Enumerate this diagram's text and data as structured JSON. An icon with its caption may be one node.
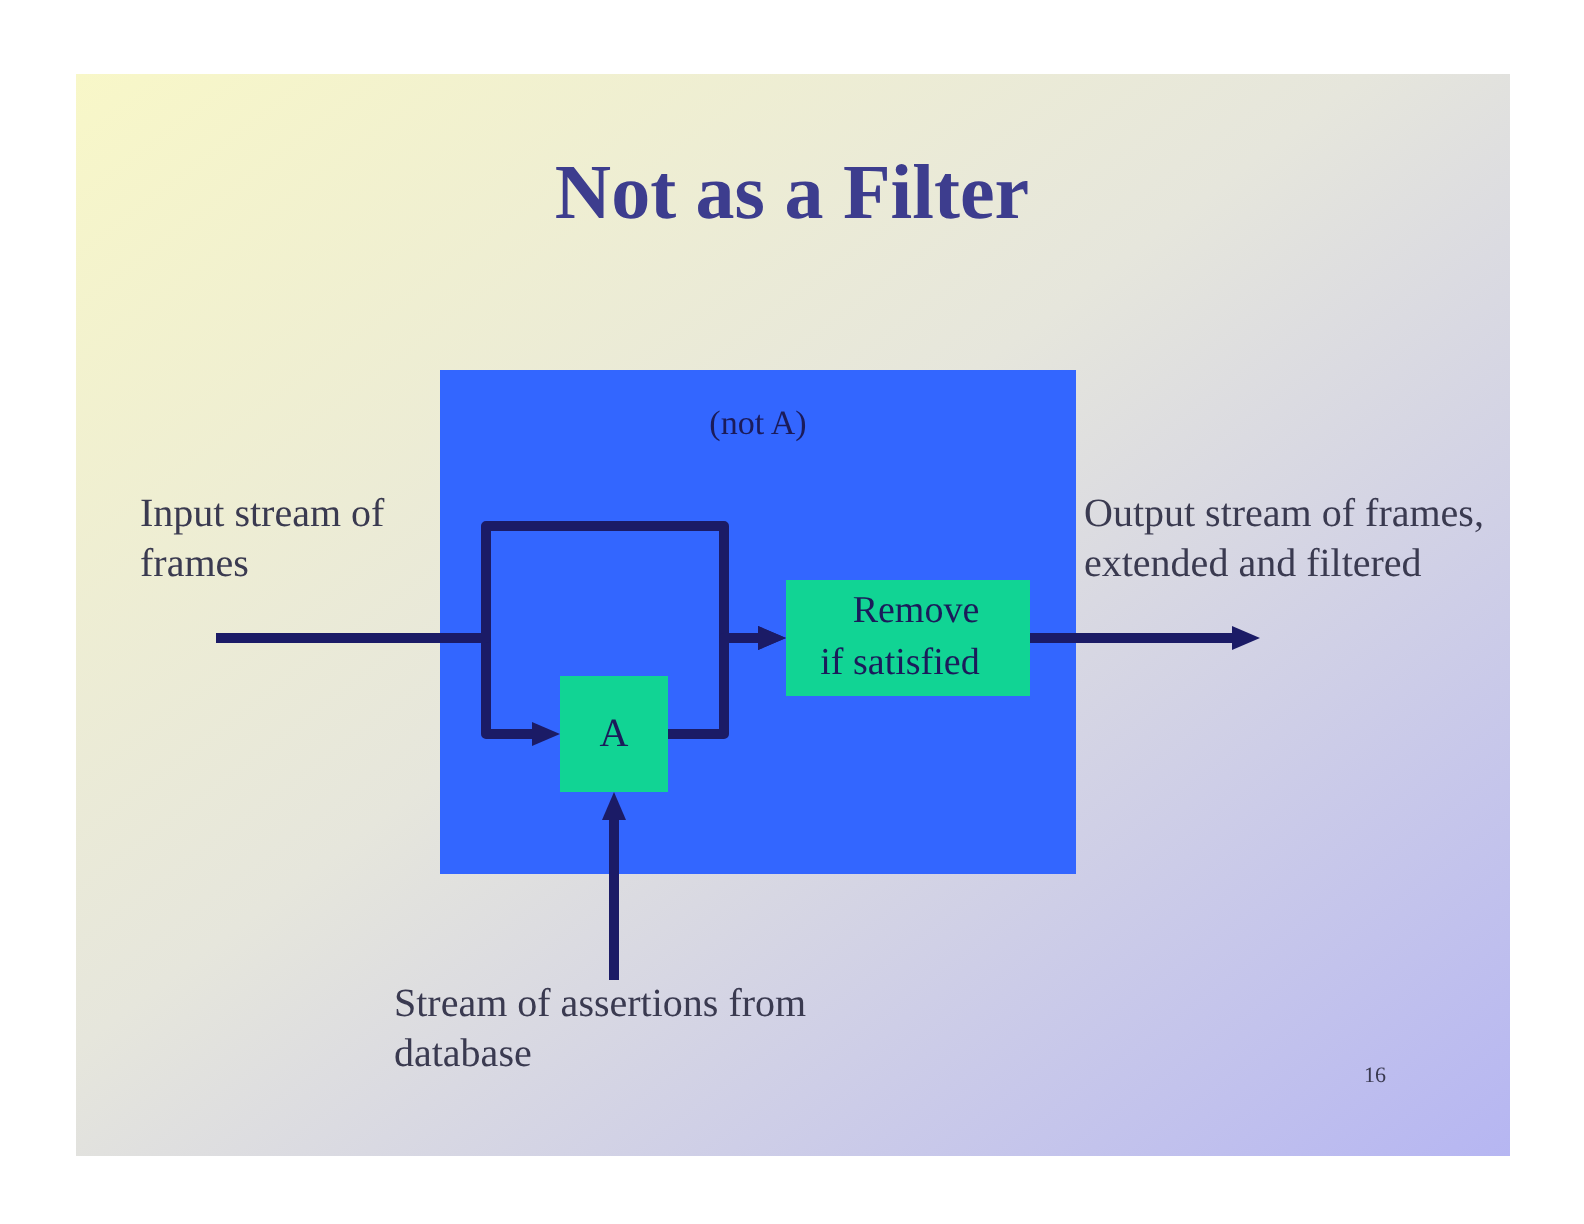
{
  "diagram": {
    "title": "Not as a Filter",
    "nodes": [
      {
        "text": [
          "(not A)"
        ]
      },
      {
        "text": [
          "A"
        ],
        "in": 0
      },
      {
        "text": [
          "Remove if satisfied"
        ],
        "in": 0
      },
      {
        "text": [
          "Stream of assertions from database"
        ]
      }
    ],
    "edges": [
      {
        "from": null,
        "to": 1,
        "arrow": "to"
      },
      {
        "from": null,
        "to": 2,
        "arrow": "to"
      },
      {
        "from": 1,
        "to": 2,
        "arrow": "to"
      },
      {
        "from": 3,
        "to": 1,
        "arrow": "to"
      },
      {
        "from": 2,
        "to": null,
        "arrow": "to"
      }
    ],
    "labels": [
      "Input stream of frames",
      "Output stream of frames, extended and filtered",
      "16"
    ]
  }
}
